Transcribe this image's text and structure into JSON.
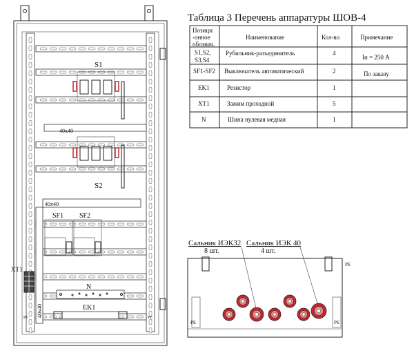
{
  "title": "Таблица 3 Перечень аппаратуры ШОВ-4",
  "table": {
    "headers": [
      "Позици -онное обознач.",
      "Наименование",
      "Кол-во",
      "Примечание"
    ],
    "header_pos_lines": [
      "Позици",
      "-онное",
      "обознач."
    ],
    "rows": [
      {
        "pos_lines": [
          "S1,S2,",
          "S3,S4"
        ],
        "name": "Рубильник-разъединитель",
        "qty": "4",
        "note": "Iн = 250 А"
      },
      {
        "pos_lines": [
          "SF1-SF2"
        ],
        "name": "Выключатель автоматический",
        "qty": "2",
        "note": "По заказу"
      },
      {
        "pos_lines": [
          "EK1"
        ],
        "name": "Резистор",
        "qty": "1",
        "note": ""
      },
      {
        "pos_lines": [
          "XT1"
        ],
        "name": "Зажим проходной",
        "qty": "5",
        "note": ""
      },
      {
        "pos_lines": [
          "N"
        ],
        "name": "Шина нулевая медная",
        "qty": "1",
        "note": ""
      }
    ]
  },
  "cabinet_labels": {
    "s1": "S1",
    "s2": "S2",
    "sf1": "SF1",
    "sf2": "SF2",
    "bar_upper": "40x40",
    "bar_lower": "40x40",
    "bar_vertical": "40x40",
    "n": "N",
    "ek1": "EK1",
    "xt1": "XT1",
    "pe": "PE"
  },
  "bottom_view": {
    "gland1_label": "Сальник ИЭК32",
    "gland1_qty": "8 шт.",
    "gland2_label": "Сальник ИЭК 40",
    "gland2_qty": "4 шт.",
    "pe": "PE"
  },
  "colors": {
    "gland": "#c0282d",
    "line": "#222222"
  }
}
